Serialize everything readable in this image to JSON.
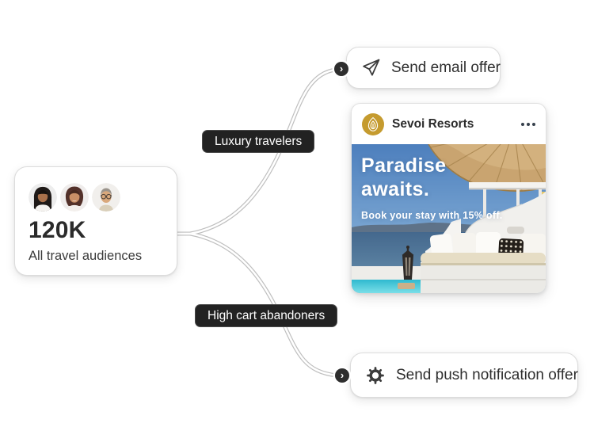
{
  "flow": {
    "audience_card": {
      "count": "120K",
      "label": "All travel audiences",
      "avatars": [
        {
          "name": "woman-dark-hair"
        },
        {
          "name": "woman-brown-hair"
        },
        {
          "name": "man-glasses"
        }
      ]
    },
    "branch_labels": {
      "top": "Luxury travelers",
      "bottom": "High cart abandoners"
    },
    "email_node": {
      "label": "Send email offer",
      "icon": "paper-plane"
    },
    "push_node": {
      "label": "Send push notification offer",
      "icon": "gear"
    },
    "chevron_glyph": "›"
  },
  "ad_card": {
    "brand": "Sevoi Resorts",
    "menu_icon": "ellipsis",
    "headline_line1": "Paradise",
    "headline_line2": "awaits.",
    "subhead": "Book your stay with 15% off."
  },
  "colors": {
    "badge_bg": "#222222",
    "brand_gold": "#C59B2F",
    "connector_gray": "#c2c2c2",
    "text_dark": "#2c2c2c",
    "pool_turquoise": "#3cc6d6",
    "sky_blue": "#4d7fbd",
    "sea_blue": "#44688d"
  }
}
